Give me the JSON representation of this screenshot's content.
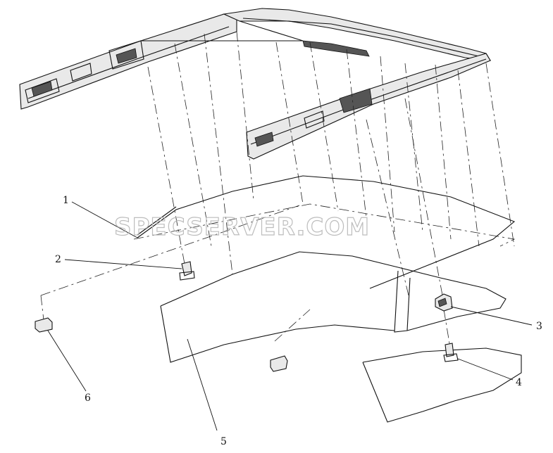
{
  "watermark": "SPECSERVER.COM",
  "callouts": [
    {
      "id": "1",
      "label": "1"
    },
    {
      "id": "2",
      "label": "2"
    },
    {
      "id": "3",
      "label": "3"
    },
    {
      "id": "4",
      "label": "4"
    },
    {
      "id": "5",
      "label": "5"
    },
    {
      "id": "6",
      "label": "6"
    }
  ],
  "colors": {
    "line": "#111111",
    "watermark": "#bdbdbd",
    "background": "#ffffff"
  }
}
